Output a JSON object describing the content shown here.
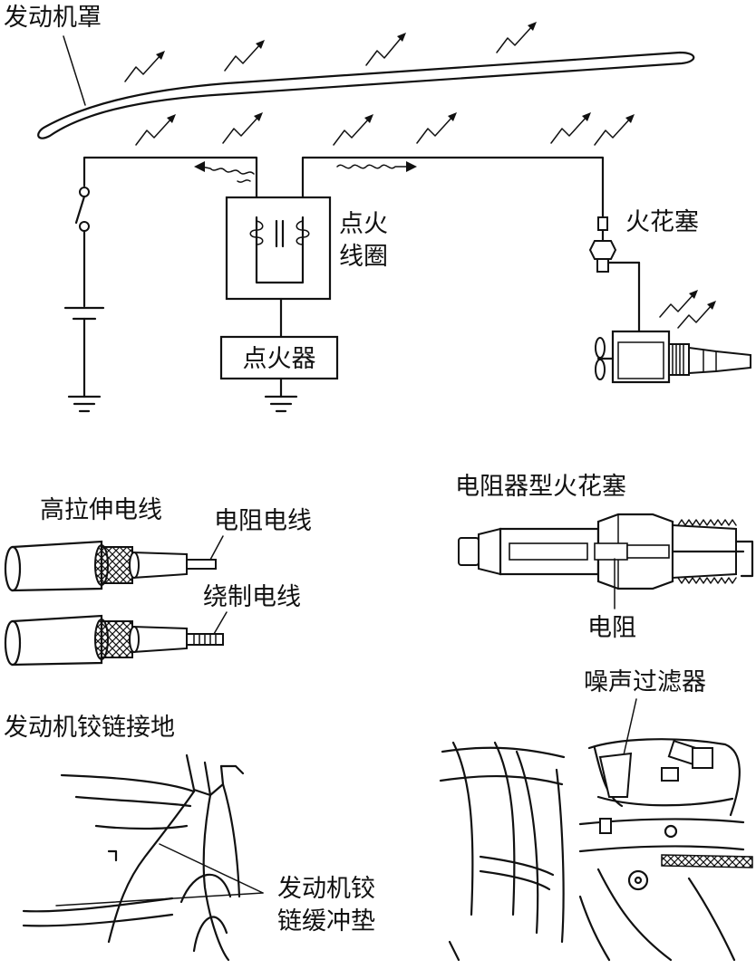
{
  "labels": {
    "hood": "发动机罩",
    "ignition_coil": [
      "点火",
      "线圈"
    ],
    "igniter": "点火器",
    "spark_plug": "火花塞",
    "high_tension_wire": "高拉伸电线",
    "resistive_wire": "电阻电线",
    "wound_wire": "绕制电线",
    "resistor_plug_title": "电阻器型火花塞",
    "resistor": "电阻",
    "noise_filter": "噪声过滤器",
    "hood_hinge_ground": "发动机铰链接地",
    "hinge_strap": [
      "发动机铰",
      "链缓冲垫"
    ]
  },
  "icons": [
    "lightning-icon",
    "battery-icon",
    "ground-icon",
    "switch-icon",
    "coil-icon",
    "spark-plug-icon",
    "engine-icon",
    "cable-icon"
  ]
}
